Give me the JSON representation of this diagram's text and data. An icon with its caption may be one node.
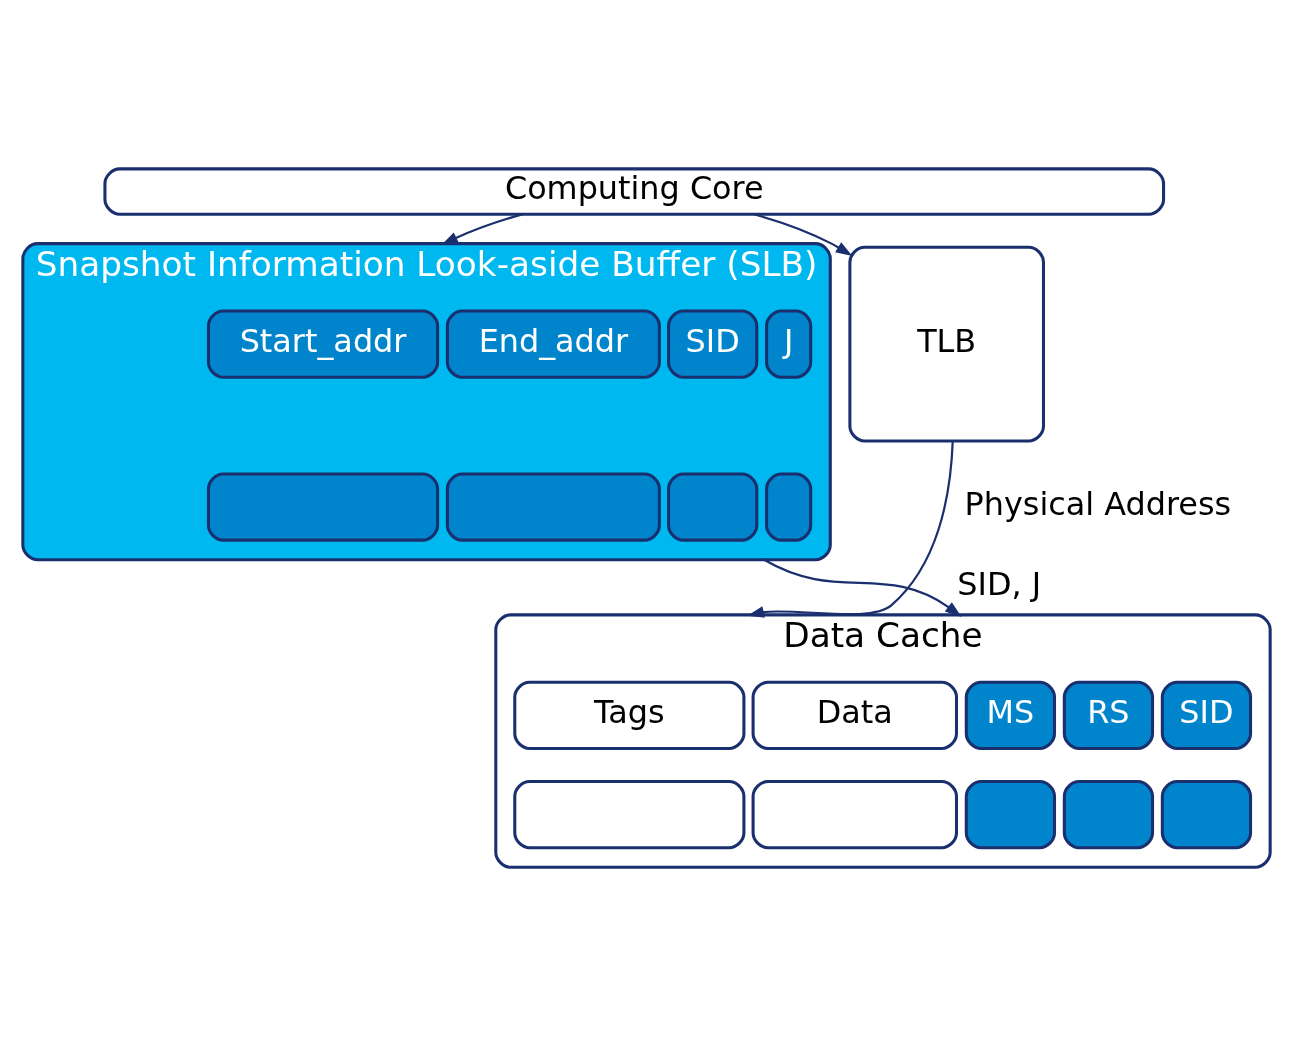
{
  "diagram": {
    "nodes": [
      {
        "text": [
          "Computing Core"
        ]
      },
      {
        "text": [
          "TLB"
        ]
      },
      {
        "text": [
          "Snapshot Information Look-aside Buffer (SLB)"
        ]
      },
      {
        "text": [
          "Start_addr"
        ],
        "in": 2
      },
      {
        "text": [
          "End_addr"
        ],
        "in": 2
      },
      {
        "text": [
          "SID"
        ],
        "in": 2
      },
      {
        "text": [
          "J"
        ],
        "in": 2
      },
      {
        "text": [],
        "shape": "box",
        "in": 2
      },
      {
        "text": [],
        "shape": "box",
        "in": 2
      },
      {
        "text": [],
        "shape": "box",
        "in": 2
      },
      {
        "text": [],
        "shape": "box",
        "in": 2
      },
      {
        "text": [
          "Data Cache"
        ]
      },
      {
        "text": [
          "Tags"
        ],
        "in": 11
      },
      {
        "text": [
          "Data"
        ],
        "in": 11
      },
      {
        "text": [
          "MS"
        ],
        "in": 11
      },
      {
        "text": [
          "RS"
        ],
        "in": 11
      },
      {
        "text": [
          "SID"
        ],
        "in": 11
      },
      {
        "text": [],
        "shape": "box",
        "in": 11
      },
      {
        "text": [],
        "shape": "box",
        "in": 11
      },
      {
        "text": [],
        "shape": "box",
        "in": 11
      },
      {
        "text": [],
        "shape": "box",
        "in": 11
      },
      {
        "text": [],
        "shape": "box",
        "in": 11
      }
    ],
    "edges": [
      {
        "from": 0,
        "to": 1,
        "arrow": "to"
      },
      {
        "from": 0,
        "to": 2,
        "arrow": "to"
      },
      {
        "from": 1,
        "to": 11,
        "arrow": "to",
        "label": "Physical Address"
      },
      {
        "from": 2,
        "to": 11,
        "arrow": "to",
        "label": "SID, J"
      }
    ]
  }
}
